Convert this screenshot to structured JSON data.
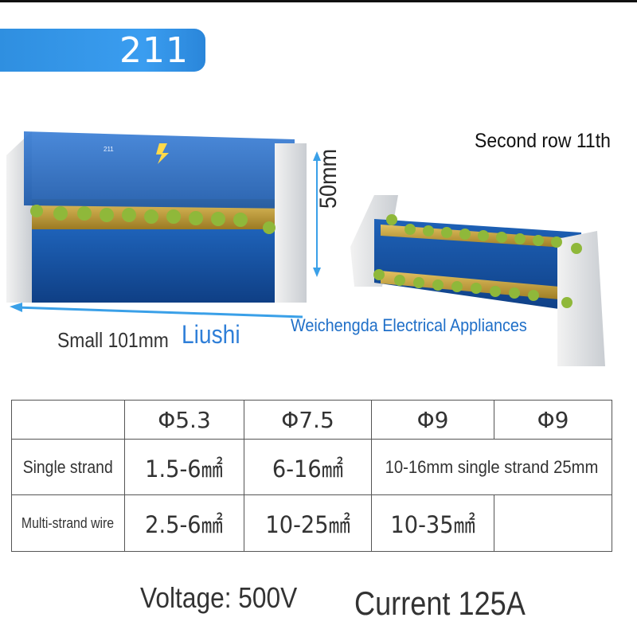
{
  "model_number": "211",
  "photo_annotations": {
    "second_row": "Second row 11th",
    "height_dimension": "50mm",
    "length_label": "Small 101mm",
    "brand_1": "Liushi",
    "brand_2": "Weichengda Electrical Appliances",
    "label_on_product": "211"
  },
  "spec_table": {
    "headers": [
      "",
      "Φ5.3",
      "Φ7.5",
      "Φ9",
      "Φ9"
    ],
    "rows": [
      {
        "label": "Single strand",
        "cells": [
          "1.5-6㎟",
          "6-16㎟",
          "10-16mm single strand 25mm"
        ]
      },
      {
        "label": "Multi-strand wire",
        "cells": [
          "2.5-6㎟",
          "10-25㎟",
          "10-35㎟",
          ""
        ]
      }
    ]
  },
  "ratings": {
    "voltage": "Voltage: 500V",
    "current": "Current 125A"
  },
  "colors": {
    "badge_blue": "#3a9df0",
    "product_blue": "#1f5fb4",
    "brass": "#c9a23c",
    "screw_green": "#8fb83a"
  }
}
